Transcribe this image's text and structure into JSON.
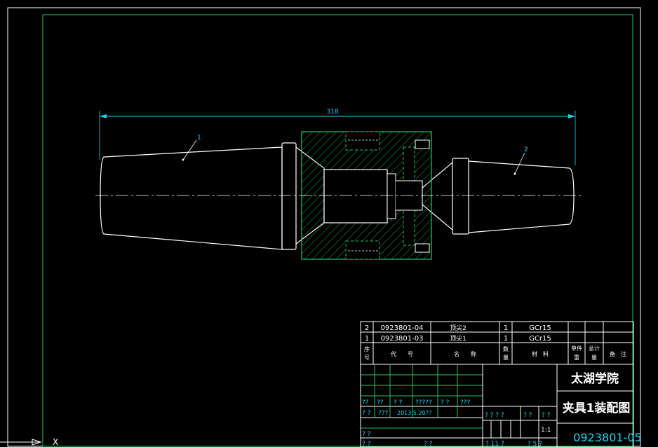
{
  "drawing": {
    "dimension": "318",
    "leaders": [
      "1",
      "2"
    ],
    "axis_label": "X"
  },
  "parts": [
    {
      "no": "2",
      "code": "0923801-04",
      "name": "顶尖2",
      "qty": "1",
      "material": "GCr15"
    },
    {
      "no": "1",
      "code": "0923801-03",
      "name": "顶尖1",
      "qty": "1",
      "material": "GCr15"
    }
  ],
  "parts_header": {
    "no": [
      "序",
      "号"
    ],
    "code": "代　　号",
    "name": "名　　称",
    "qty": [
      "数",
      "量"
    ],
    "material": "材　料",
    "unit_weight": [
      "单件",
      "重"
    ],
    "total_weight": [
      "总计",
      "量"
    ],
    "remark": "备　注"
  },
  "title_block": {
    "school": "太湖学院",
    "title": "夹具1装配图",
    "drawing_no": "0923801-05",
    "date": "2013.5.20??",
    "scale": "1:1",
    "row1": [
      "??",
      "??",
      "? ?",
      "?????",
      "? ?",
      "???"
    ],
    "row2": [
      "? ?",
      "???"
    ],
    "mid": [
      "? ? ? ?",
      "? ?",
      "? ?"
    ],
    "bottom_left": [
      "? ?",
      "? ?",
      "? ?"
    ],
    "sheet": [
      "? 11 ?",
      "? 5 ?"
    ]
  },
  "colors": {
    "frame": "#22c55e",
    "part": "#ffffff",
    "hatch": "#22c55e",
    "dimension": "#22d3ee",
    "center_line": "#ffffff"
  }
}
